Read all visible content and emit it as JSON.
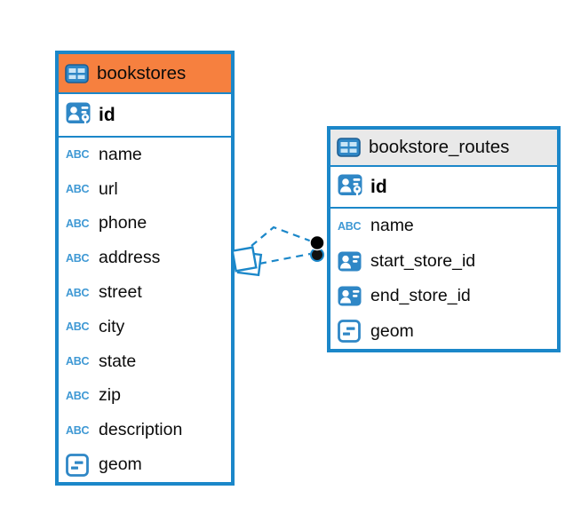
{
  "colors": {
    "accent_blue": "#1b87c9",
    "icon_blue": "#2f87c6",
    "abc_blue": "#3e98d4",
    "header_orange": "#f6803f",
    "header_gray": "#e9e9e9",
    "text": "#0b0b0b",
    "endpoint_black": "#000000"
  },
  "icon_labels": {
    "abc": "ABC"
  },
  "tables": [
    {
      "name": "bookstores",
      "header_style": "orange",
      "rows": [
        {
          "label": "id",
          "type": "primary-key"
        },
        {
          "label": "name",
          "type": "text"
        },
        {
          "label": "url",
          "type": "text"
        },
        {
          "label": "phone",
          "type": "text"
        },
        {
          "label": "address",
          "type": "text"
        },
        {
          "label": "street",
          "type": "text"
        },
        {
          "label": "city",
          "type": "text"
        },
        {
          "label": "state",
          "type": "text"
        },
        {
          "label": "zip",
          "type": "text"
        },
        {
          "label": "description",
          "type": "text"
        },
        {
          "label": "geom",
          "type": "geometry"
        }
      ]
    },
    {
      "name": "bookstore_routes",
      "header_style": "gray",
      "rows": [
        {
          "label": "id",
          "type": "primary-key"
        },
        {
          "label": "name",
          "type": "text"
        },
        {
          "label": "start_store_id",
          "type": "foreign-key"
        },
        {
          "label": "end_store_id",
          "type": "foreign-key"
        },
        {
          "label": "geom",
          "type": "geometry"
        }
      ]
    }
  ],
  "relationship": {
    "from_table": "bookstores",
    "to_table": "bookstore_routes",
    "line_style": "dashed"
  }
}
